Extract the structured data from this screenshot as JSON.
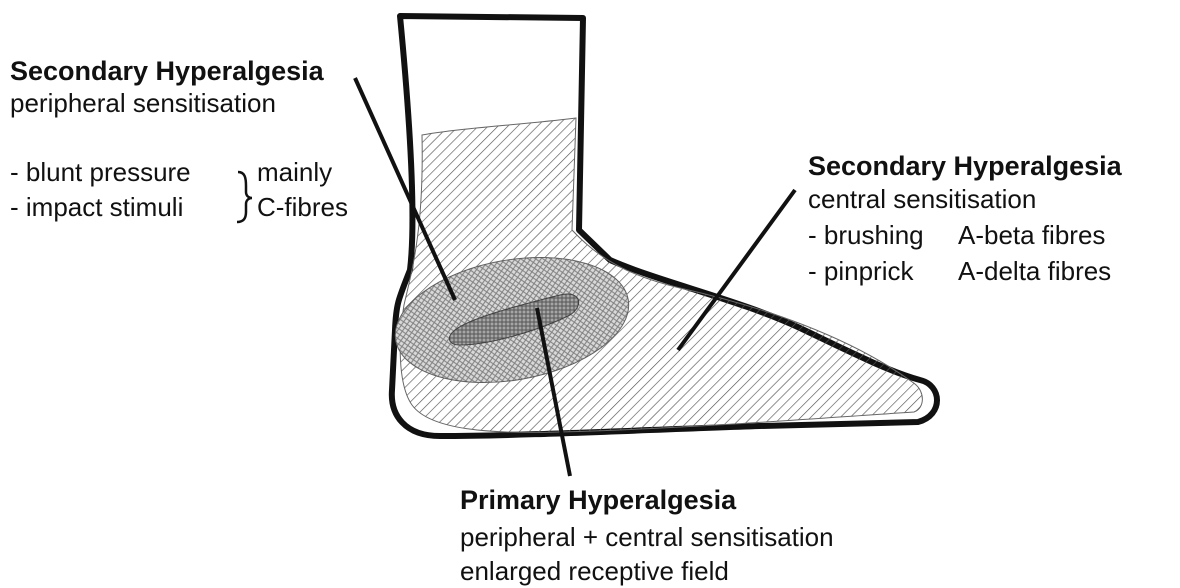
{
  "left_label": {
    "title": "Secondary Hyperalgesia",
    "subtitle": "peripheral sensitisation",
    "item1": "- blunt pressure",
    "item2": "- impact stimuli",
    "fibre_line1": "mainly",
    "fibre_line2": "C-fibres"
  },
  "right_label": {
    "title": "Secondary Hyperalgesia",
    "subtitle": "central sensitisation",
    "row1_stimulus": "- brushing",
    "row1_fibre": "A-beta fibres",
    "row2_stimulus": "- pinprick",
    "row2_fibre": "A-delta fibres"
  },
  "bottom_label": {
    "title": "Primary Hyperalgesia",
    "line1": "peripheral + central sensitisation",
    "line2": "enlarged receptive field"
  },
  "colors": {
    "outline": "#111111",
    "hatch": "#555555",
    "zone_fill": "#d9d9d9",
    "core_fill": "#a6a6a6"
  }
}
